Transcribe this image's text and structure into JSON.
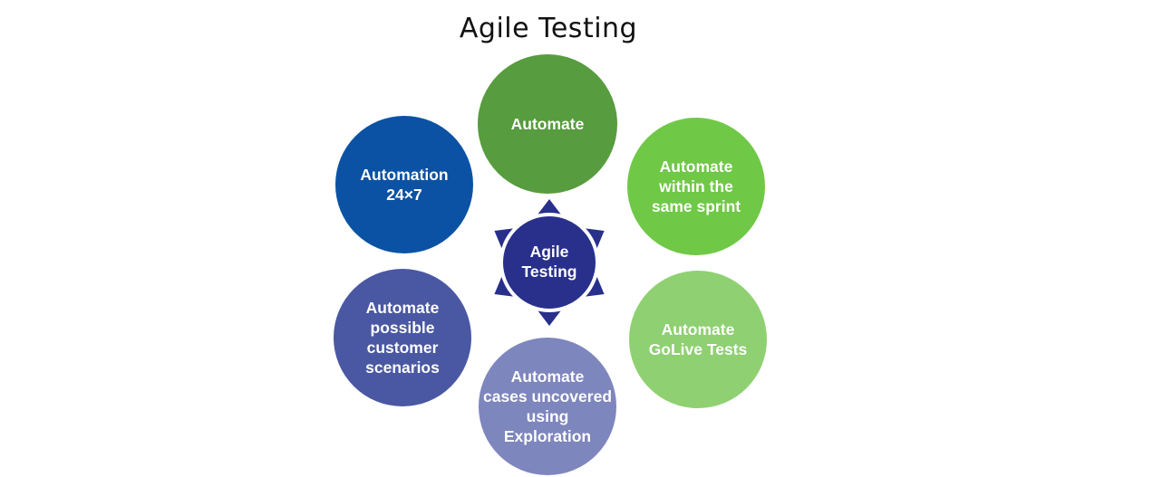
{
  "title": "Agile Testing",
  "diagram": {
    "center": {
      "label": "Agile\nTesting",
      "color": "#28308C",
      "text_color": "#FFFFFF"
    },
    "nodes": [
      {
        "id": "automate",
        "position": "top",
        "label": "Automate",
        "color": "#579C3E",
        "text_color": "#FFFFFF"
      },
      {
        "id": "automate-within-same-sprint",
        "position": "top-right",
        "label": "Automate\nwithin the\nsame sprint",
        "color": "#70C847",
        "text_color": "#FFFFFF"
      },
      {
        "id": "automate-golive-tests",
        "position": "bottom-right",
        "label": "Automate\nGoLive Tests",
        "color": "#8FD172",
        "text_color": "#FFFFFF"
      },
      {
        "id": "automate-cases-exploration",
        "position": "bottom",
        "label": "Automate\ncases uncovered\nusing\nExploration",
        "color": "#7E86BE",
        "text_color": "#FFFFFF"
      },
      {
        "id": "automate-customer-scenarios",
        "position": "bottom-left",
        "label": "Automate\npossible\ncustomer\nscenarios",
        "color": "#4A58A3",
        "text_color": "#FFFFFF"
      },
      {
        "id": "automation-24x7",
        "position": "top-left",
        "label": "Automation\n24×7",
        "color": "#0B52A4",
        "text_color": "#FFFFFF"
      }
    ]
  }
}
